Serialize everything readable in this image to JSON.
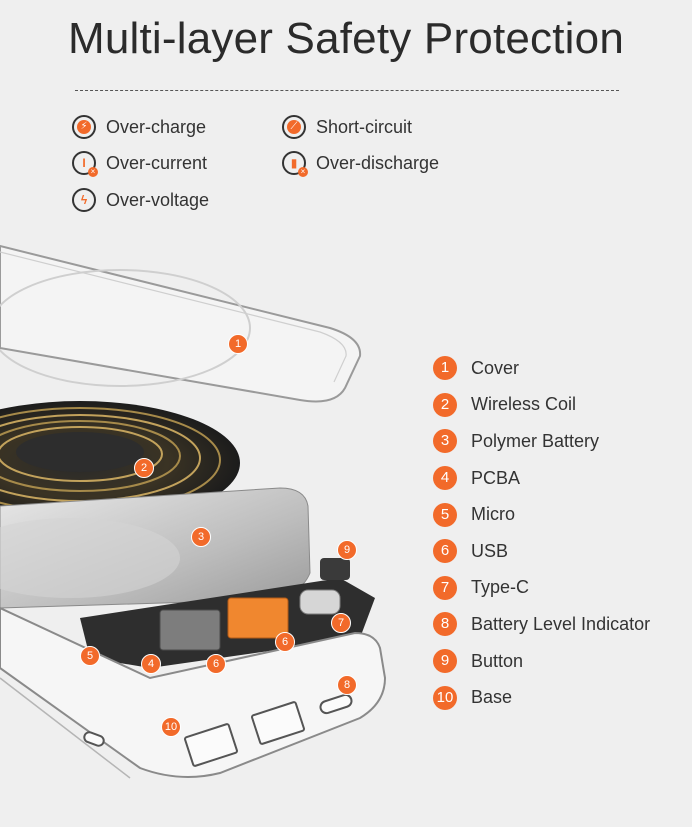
{
  "header": {
    "title": "Multi-layer Safety Protection"
  },
  "features": [
    {
      "label": "Over-charge",
      "icon": "shield-icon"
    },
    {
      "label": "Short-circuit",
      "icon": "short-circuit-icon"
    },
    {
      "label": "Over-current",
      "icon": "current-icon"
    },
    {
      "label": "Over-discharge",
      "icon": "battery-icon"
    },
    {
      "label": "Over-voltage",
      "icon": "lightning-icon"
    }
  ],
  "legend": [
    {
      "num": "1",
      "label": "Cover"
    },
    {
      "num": "2",
      "label": "Wireless Coil"
    },
    {
      "num": "3",
      "label": "Polymer Battery"
    },
    {
      "num": "4",
      "label": "PCBA"
    },
    {
      "num": "5",
      "label": "Micro"
    },
    {
      "num": "6",
      "label": "USB"
    },
    {
      "num": "7",
      "label": "Type-C"
    },
    {
      "num": "8",
      "label": "Battery Level Indicator"
    },
    {
      "num": "9",
      "label": "Button"
    },
    {
      "num": "10",
      "label": "Base"
    }
  ],
  "callouts": [
    {
      "num": "1"
    },
    {
      "num": "2"
    },
    {
      "num": "3"
    },
    {
      "num": "9"
    },
    {
      "num": "7"
    },
    {
      "num": "6"
    },
    {
      "num": "6"
    },
    {
      "num": "4"
    },
    {
      "num": "5"
    },
    {
      "num": "8"
    },
    {
      "num": "10"
    }
  ],
  "colors": {
    "accent": "#f26a2a",
    "background": "#efefef",
    "text": "#333333"
  }
}
